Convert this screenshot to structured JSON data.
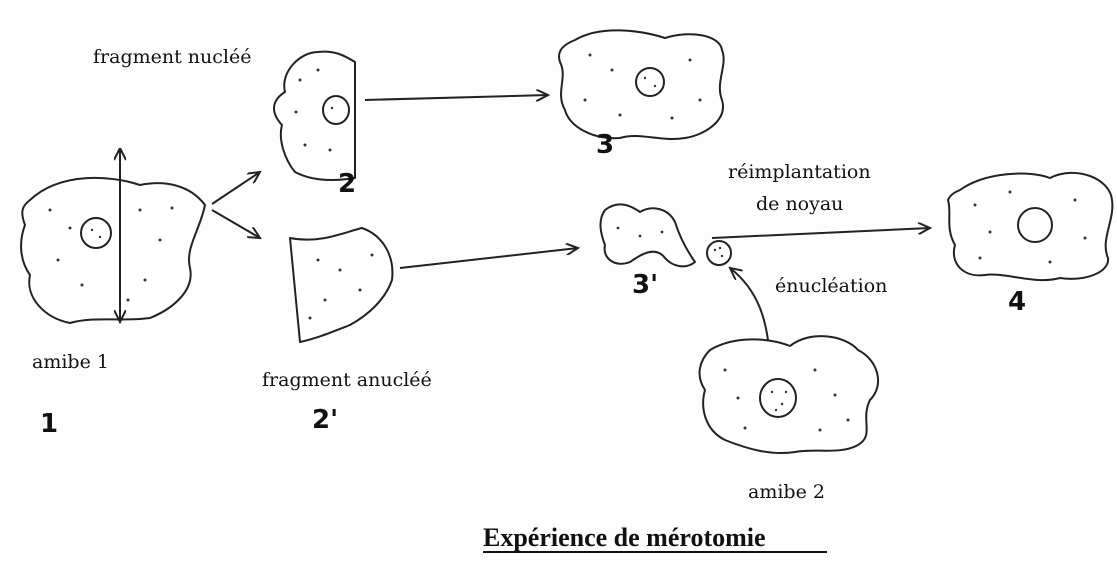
{
  "title": "Expérience de mérotomie",
  "labels": {
    "fragment_nucleated": "fragment nucléé",
    "fragment_anucleated": "fragment anucléé",
    "amoeba_1": "amibe 1",
    "amoeba_2": "amibe 2",
    "reimplantation_line1": "réimplantation",
    "reimplantation_line2": "de noyau",
    "enucleation": "énucléation"
  },
  "stages": {
    "s1": "1",
    "s2": "2",
    "s2p": "2'",
    "s3": "3",
    "s3p": "3'",
    "s4": "4"
  }
}
